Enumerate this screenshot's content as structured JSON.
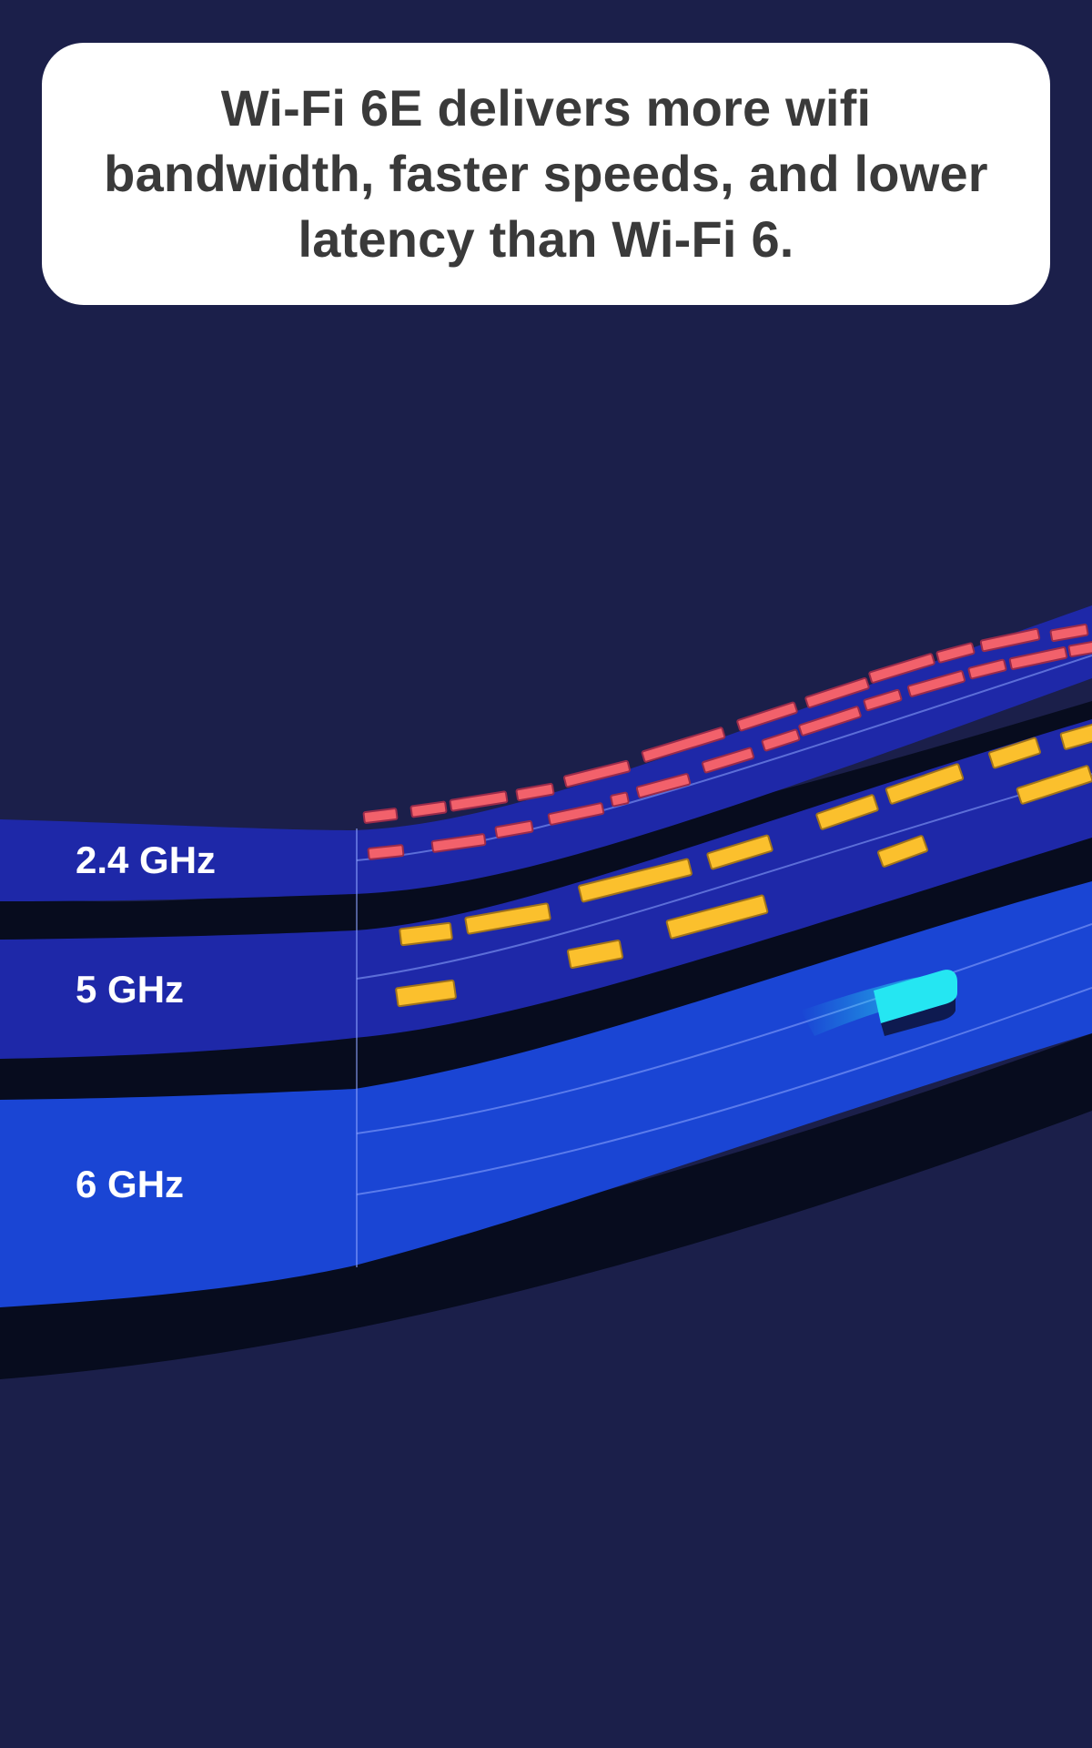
{
  "caption": {
    "text": "Wi-Fi 6E delivers more wifi bandwidth, faster speeds, and lower latency than Wi-Fi 6."
  },
  "bands": [
    {
      "label": "2.4 GHz",
      "packet_color": "#f2616b",
      "congestion": "high"
    },
    {
      "label": "5 GHz",
      "packet_color": "#fbc02d",
      "congestion": "medium"
    },
    {
      "label": "6 GHz",
      "packet_color": "#25e6f2",
      "congestion": "low"
    }
  ],
  "colors": {
    "background": "#1b1f4a",
    "band_24_5": "#1e28a8",
    "band_6": "#1a45d4",
    "shadow": "#070c1e"
  }
}
